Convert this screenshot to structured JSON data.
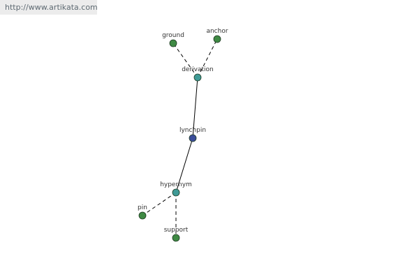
{
  "header": {
    "url": "http://www.artikata.com"
  },
  "colors": {
    "background": "#ffffff",
    "banner_bg": "#ececec",
    "url_text": "#5e6a72",
    "center_node": "#3b4d9a",
    "relation_node": "#3f9a96",
    "leaf_node": "#3f8a44",
    "edge": "#000000"
  },
  "graph": {
    "nodes": [
      {
        "id": "lynchpin",
        "label": "lynchpin",
        "kind": "center"
      },
      {
        "id": "derivation",
        "label": "derivation",
        "kind": "relation"
      },
      {
        "id": "hypernym",
        "label": "hypernym",
        "kind": "relation"
      },
      {
        "id": "ground",
        "label": "ground",
        "kind": "leaf"
      },
      {
        "id": "anchor",
        "label": "anchor",
        "kind": "leaf"
      },
      {
        "id": "pin",
        "label": "pin",
        "kind": "leaf"
      },
      {
        "id": "support",
        "label": "support",
        "kind": "leaf"
      }
    ],
    "edges": [
      {
        "from": "lynchpin",
        "to": "derivation",
        "style": "solid"
      },
      {
        "from": "lynchpin",
        "to": "hypernym",
        "style": "solid"
      },
      {
        "from": "derivation",
        "to": "ground",
        "style": "dashed"
      },
      {
        "from": "derivation",
        "to": "anchor",
        "style": "dashed"
      },
      {
        "from": "hypernym",
        "to": "pin",
        "style": "dashed"
      },
      {
        "from": "hypernym",
        "to": "support",
        "style": "dashed"
      }
    ]
  }
}
